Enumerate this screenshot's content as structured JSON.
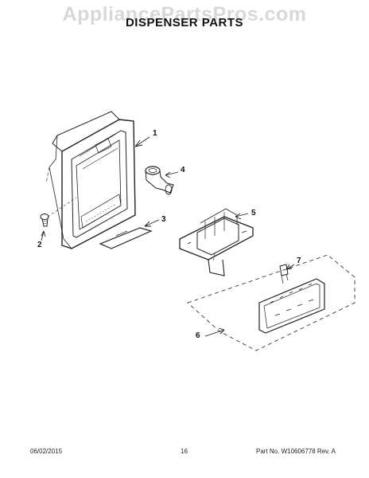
{
  "header": {
    "watermark": "AppliancePartsPros.com",
    "title": "DISPENSER PARTS"
  },
  "callouts": [
    "1",
    "2",
    "3",
    "4",
    "5",
    "6",
    "7"
  ],
  "footer": {
    "date": "06/02/2015",
    "page": "16",
    "part_number": "Part No. W10606778  Rev. A"
  }
}
